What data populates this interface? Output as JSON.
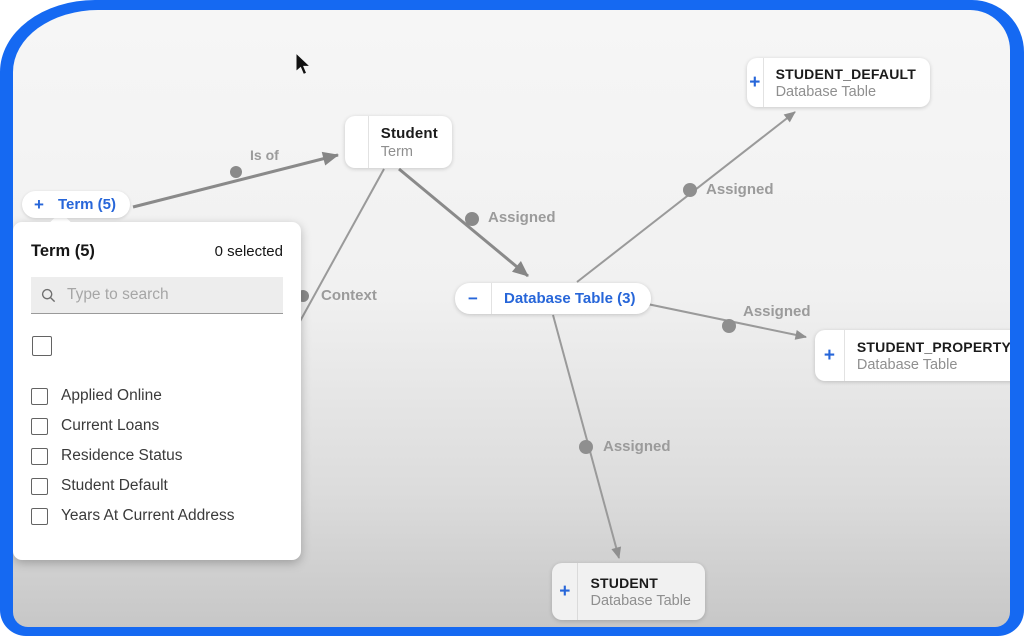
{
  "colors": {
    "frame_blue": "#1569f2",
    "accent_blue": "#2766d9",
    "edge_gray": "#8f8f8f",
    "edge_label_gray": "#9b9b9b"
  },
  "term_button": {
    "expander": "+",
    "label": "Term (5)"
  },
  "popup": {
    "title": "Term (5)",
    "selected_count": "0 selected",
    "search_placeholder": "Type to search",
    "items": [
      "Applied Online",
      "Current Loans",
      "Residence Status",
      "Student Default",
      "Years At Current Address"
    ]
  },
  "nodes": {
    "student": {
      "title": "Student",
      "subtitle": "Term"
    },
    "student_default": {
      "expander": "+",
      "title": "STUDENT_DEFAULT",
      "subtitle": "Database Table"
    },
    "database_table": {
      "expander": "−",
      "title": "Database Table (3)"
    },
    "student_property": {
      "expander": "+",
      "title": "STUDENT_PROPERTY",
      "subtitle": "Database Table"
    },
    "student_table": {
      "expander": "+",
      "title": "STUDENT",
      "subtitle": "Database Table"
    }
  },
  "edges": [
    {
      "label": "Is of"
    },
    {
      "label": "Assigned"
    },
    {
      "label": "Context"
    },
    {
      "label": "Assigned"
    },
    {
      "label": "Assigned"
    },
    {
      "label": "Assigned"
    }
  ]
}
